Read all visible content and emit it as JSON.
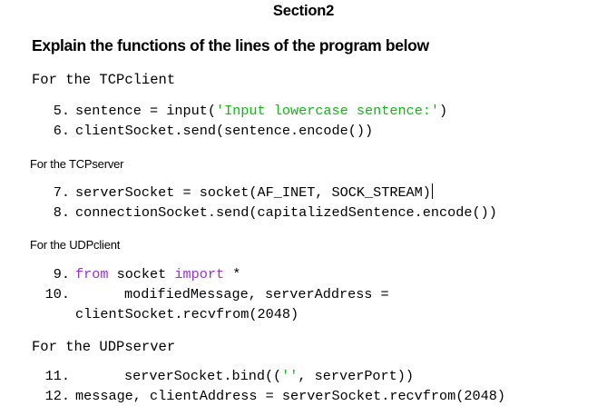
{
  "document": {
    "section_title": "Section2",
    "prompt_heading": "Explain the functions of the lines of the program below",
    "blocks": [
      {
        "label": "For the TCPclient",
        "lines": [
          {
            "number": "5.",
            "text": "sentence = input(",
            "string": "'Input lowercase sentence:'",
            "text_after": ")"
          },
          {
            "number": "6.",
            "text": "clientSocket.send(sentence.encode())"
          }
        ]
      },
      {
        "label": "For the TCPserver",
        "lines": [
          {
            "number": "7.",
            "text": "serverSocket = socket(AF_INET, SOCK_STREAM)",
            "caret": true
          },
          {
            "number": "8.",
            "text": "connectionSocket.send(capitalizedSentence.encode())"
          }
        ]
      },
      {
        "label": "For the UDPclient",
        "lines": [
          {
            "number": "9.",
            "keyword1": "from",
            "mid": " socket ",
            "keyword2": "import",
            "text_after": " *"
          },
          {
            "number": "10.",
            "text": "modifiedMessage, serverAddress =",
            "continuation": "clientSocket.recvfrom(2048)"
          }
        ]
      },
      {
        "label": "For the UDPserver",
        "lines": [
          {
            "number": "11.",
            "text": "serverSocket.bind((",
            "string": "''",
            "text_after": ", serverPort))"
          },
          {
            "number": "12.",
            "text": "message, clientAddress = serverSocket.recvfrom(2048)"
          }
        ]
      }
    ]
  },
  "colors": {
    "string_green": "#0FB914",
    "keyword_purple": "#9A30D8",
    "text_black": "#000000",
    "background": "#ffffff"
  }
}
